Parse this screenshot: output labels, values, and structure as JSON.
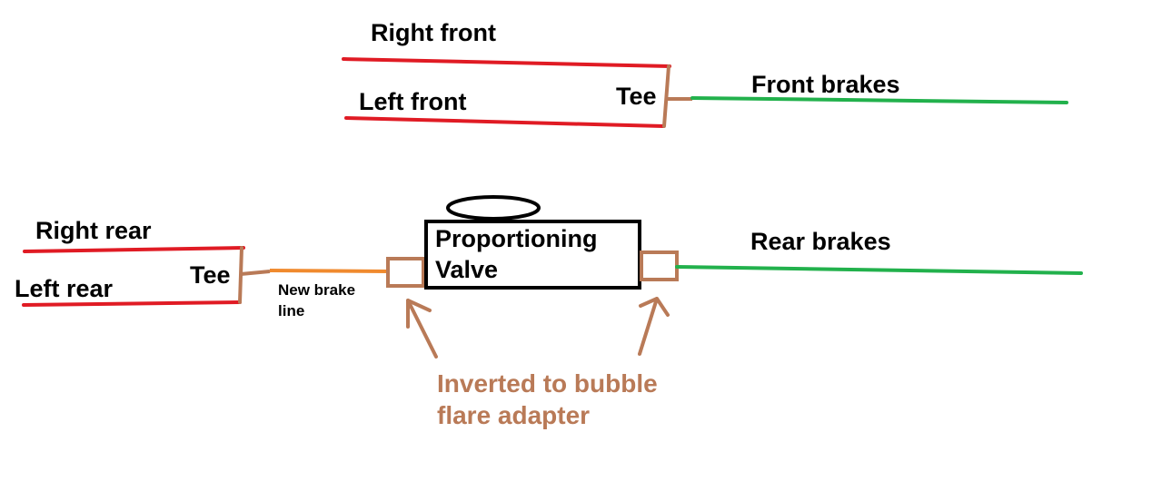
{
  "labels": {
    "right_front": "Right front",
    "left_front": "Left front",
    "tee_front": "Tee",
    "front_brakes": "Front brakes",
    "right_rear": "Right rear",
    "left_rear": "Left rear",
    "tee_rear": "Tee",
    "new_brake_line_1": "New brake",
    "new_brake_line_2": "line",
    "valve_1": "Proportioning",
    "valve_2": "Valve",
    "rear_brakes": "Rear brakes",
    "adapter_1": "Inverted to bubble",
    "adapter_2": "flare adapter"
  },
  "colors": {
    "line_red": "#e01b24",
    "line_green": "#22b14c",
    "line_orange": "#f08a2e",
    "fitting_brown": "#b97a57",
    "outline_black": "#000000"
  }
}
